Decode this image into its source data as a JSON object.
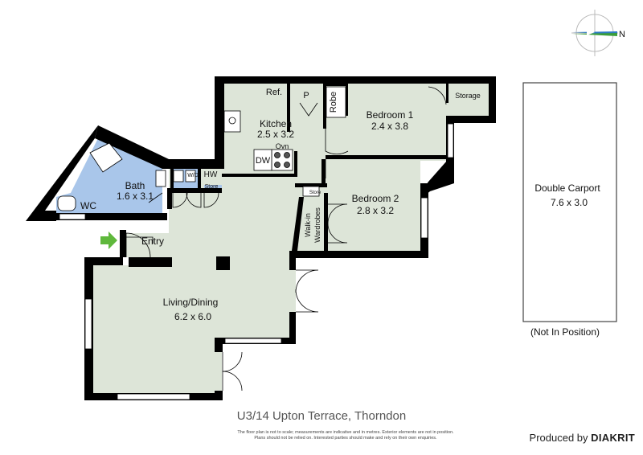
{
  "colors": {
    "floor": "#dde5d8",
    "wet": "#a9c6ea",
    "wall": "#000000",
    "accent_green": "#5fb83c",
    "compass_blue": "#2e7bc4",
    "compass_green": "#3a9d3a"
  },
  "compass": {
    "label": "N"
  },
  "rooms": {
    "bath": {
      "name": "Bath",
      "size": "1.6 x 3.1"
    },
    "wc": {
      "name": "WC"
    },
    "wd": {
      "name": "W/D"
    },
    "hw": {
      "name": "HW"
    },
    "hw_store": {
      "name": "Store"
    },
    "kitchen": {
      "name": "Kitchen",
      "size": "2.5 x 3.2"
    },
    "ref": {
      "name": "Ref."
    },
    "pantry": {
      "name": "P"
    },
    "robe": {
      "name": "Robe"
    },
    "oven": {
      "name": "Ovn"
    },
    "dw": {
      "name": "DW"
    },
    "bedroom1": {
      "name": "Bedroom 1",
      "size": "2.4 x 3.8"
    },
    "storage": {
      "name": "Storage"
    },
    "bedroom2": {
      "name": "Bedroom 2",
      "size": "2.8 x 3.2"
    },
    "store_small": {
      "name": "Store"
    },
    "walkin": {
      "line1": "Walk-in",
      "line2": "Wardrobes"
    },
    "entry": {
      "name": "Entry"
    },
    "living": {
      "name": "Living/Dining",
      "size": "6.2 x 6.0"
    },
    "carport": {
      "name": "Double Carport",
      "size": "7.6 x 3.0",
      "note": "(Not In Position)"
    }
  },
  "address": "U3/14 Upton Terrace, Thorndon",
  "disclaimer": {
    "line1": "The floor plan is not to scale; measurements are indicative and in metres. Exterior elements are not in position.",
    "line2": "Plans should not be relied on. Interested parties should make and rely on their own enquiries."
  },
  "produced_by": {
    "prefix": "Produced by",
    "brand": "DIAKRIT"
  }
}
